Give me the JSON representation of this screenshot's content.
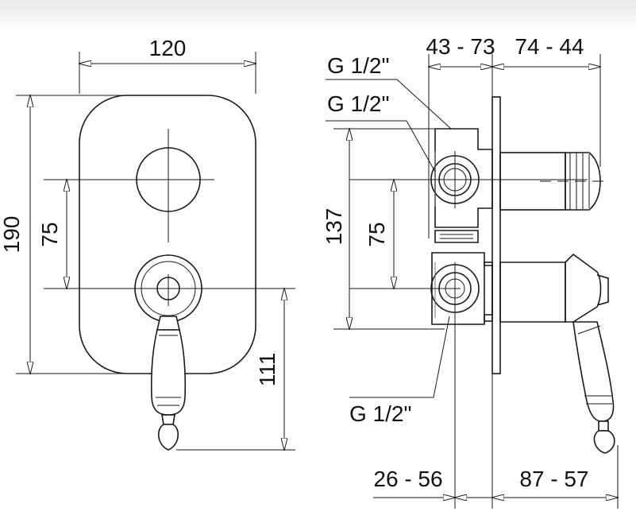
{
  "dimensions": {
    "width_front": "120",
    "height_total": "190",
    "axis_spacing_front": "75",
    "lever_drop": "111",
    "side_depth_a": "43 - 73",
    "side_depth_b": "74 - 44",
    "body_height": "137",
    "axis_spacing_side": "75",
    "bottom_left": "26 - 56",
    "bottom_right": "87 - 57"
  },
  "connections": {
    "upper_1": "G 1/2\"",
    "upper_2": "G 1/2\"",
    "lower": "G 1/2\""
  }
}
